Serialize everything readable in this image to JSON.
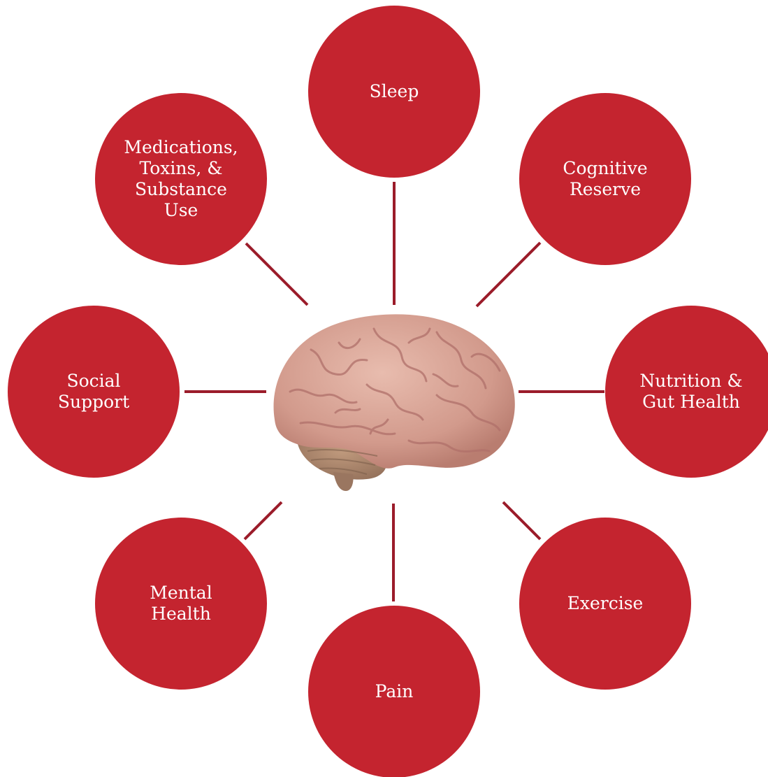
{
  "diagram": {
    "center": {
      "icon": "brain-icon"
    },
    "factors": [
      {
        "id": "sleep",
        "label": "Sleep"
      },
      {
        "id": "cognitive-reserve",
        "label": "Cognitive\nReserve"
      },
      {
        "id": "nutrition-gut-health",
        "label": "Nutrition &\nGut Health"
      },
      {
        "id": "exercise",
        "label": "Exercise"
      },
      {
        "id": "pain",
        "label": "Pain"
      },
      {
        "id": "mental-health",
        "label": "Mental\nHealth"
      },
      {
        "id": "social-support",
        "label": "Social\nSupport"
      },
      {
        "id": "medications-toxins-substance-use",
        "label": "Medications,\nToxins, &\nSubstance\nUse"
      }
    ]
  },
  "colors": {
    "circle_fill": "#c4242f",
    "connector": "#9b1c2a",
    "label_text": "#ffffff",
    "brain_base": "#d9a497",
    "brain_fold": "#b7776c",
    "cerebellum": "#a8836a"
  }
}
